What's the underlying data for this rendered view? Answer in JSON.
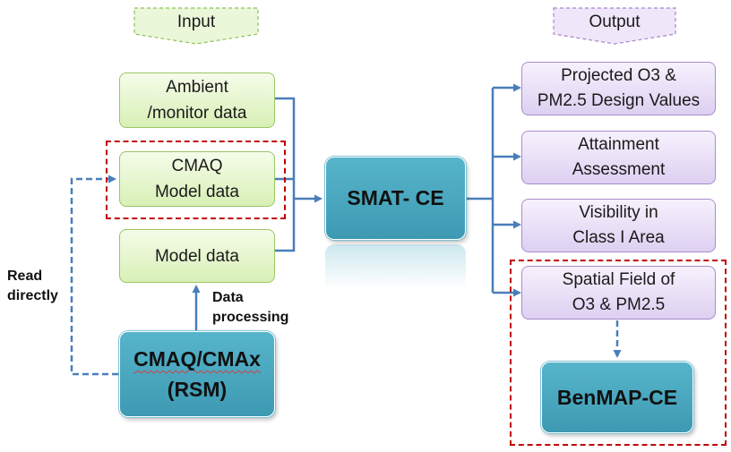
{
  "header": {
    "input_label": "Input",
    "output_label": "Output"
  },
  "inputs": {
    "ambient": [
      "Ambient",
      "/monitor data"
    ],
    "cmaq": [
      "CMAQ",
      "Model data"
    ],
    "model": [
      "Model data"
    ]
  },
  "center": {
    "smat": "SMAT- CE"
  },
  "source": {
    "line1": "CMAQ/CMAx",
    "line2": "(RSM)"
  },
  "annotations": {
    "read_directly": [
      "Read",
      "directly"
    ],
    "data_processing": [
      "Data",
      "processing"
    ]
  },
  "outputs": {
    "projected": [
      "Projected O3 &",
      "PM2.5 Design Values"
    ],
    "attainment": [
      "Attainment",
      "Assessment"
    ],
    "visibility": [
      "Visibility in",
      "Class I Area"
    ],
    "spatial": [
      "Spatial Field of",
      "O3 & PM2.5"
    ]
  },
  "benmap": "BenMAP-CE",
  "colors": {
    "arrow": "#4a7ebb",
    "highlight_dash": "#c00000",
    "input_fill": "#e4f5cc",
    "output_fill": "#e8ddf6",
    "process_fill": "#4aa9c2"
  }
}
